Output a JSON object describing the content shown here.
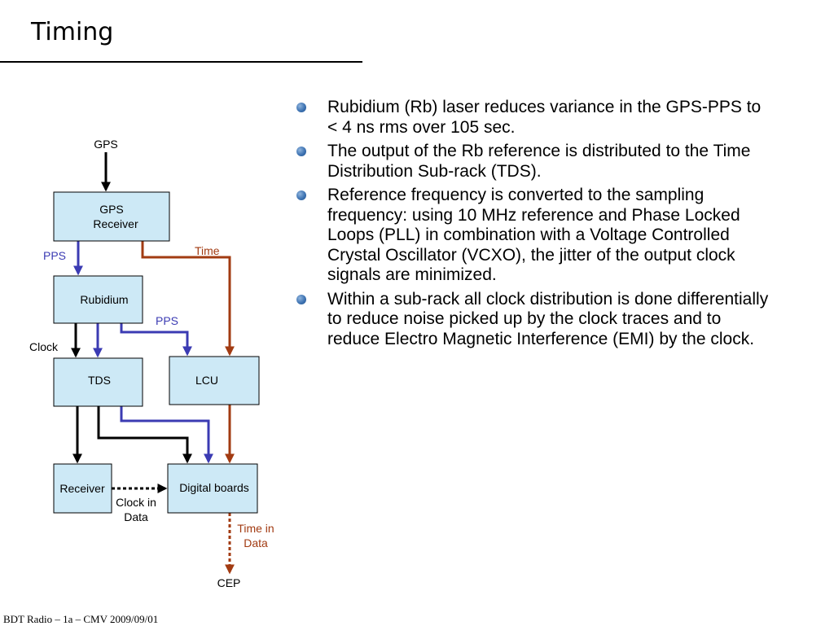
{
  "slide": {
    "title": "Timing",
    "footer": "BDT Radio – 1a – CMV 2009/09/01"
  },
  "bullets": [
    "Rubidium (Rb) laser reduces variance in the GPS-PPS to < 4 ns rms over 105 sec.",
    "The output of the Rb reference is distributed to the Time Distribution Sub-rack (TDS).",
    "Reference frequency is converted to the sampling frequency: using 10 MHz reference and Phase Locked Loops (PLL) in combination with a Voltage Controlled Crystal Oscillator (VCXO), the jitter of the output clock signals are minimized.",
    "Within a sub-rack all clock distribution is done differentially to reduce noise picked up by the clock traces and to reduce Electro Magnetic Interference (EMI) by the clock."
  ],
  "diagram": {
    "nodes": {
      "gps_receiver": [
        "GPS",
        "Receiver"
      ],
      "rubidium": "Rubidium",
      "tds": "TDS",
      "lcu": "LCU",
      "receiver": "Receiver",
      "digital_boards": "Digital boards"
    },
    "labels": {
      "gps": "GPS",
      "pps_1": "PPS",
      "time": "Time",
      "pps_2": "PPS",
      "clock": "Clock",
      "clock_in_data": [
        "Clock in",
        "Data"
      ],
      "time_in_data": [
        "Time in",
        "Data"
      ],
      "cep": "CEP"
    },
    "colors": {
      "box_fill": "#cde9f6",
      "pps_line": "#3b3bb3",
      "time_line": "#a23b12",
      "clock_line": "#000000",
      "bullet": "#3f74b3"
    }
  }
}
